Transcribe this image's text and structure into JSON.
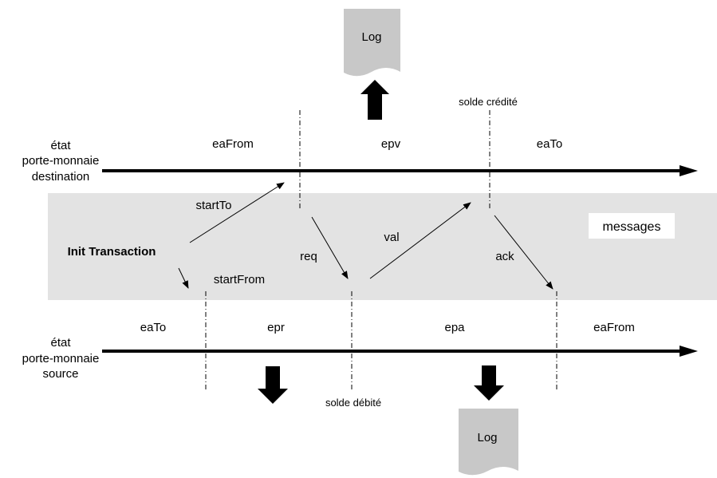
{
  "lanes": {
    "destination": {
      "label_lines": [
        "état",
        "porte-monnaie",
        "destination"
      ],
      "states": [
        "eaFrom",
        "epv",
        "eaTo"
      ]
    },
    "source": {
      "label_lines": [
        "état",
        "porte-monnaie",
        "source"
      ],
      "states": [
        "eaTo",
        "epr",
        "epa",
        "eaFrom"
      ]
    }
  },
  "messages_band": {
    "title": "messages",
    "init_label": "Init Transaction"
  },
  "messages": {
    "startTo": "startTo",
    "startFrom": "startFrom",
    "req": "req",
    "val": "val",
    "ack": "ack"
  },
  "events": {
    "credited": "solde crédité",
    "debited": "solde débité"
  },
  "logs": {
    "top": "Log",
    "bottom": "Log"
  },
  "colors": {
    "band": "#e3e3e3",
    "log_doc": "#c8c8c8",
    "line": "#000000"
  }
}
